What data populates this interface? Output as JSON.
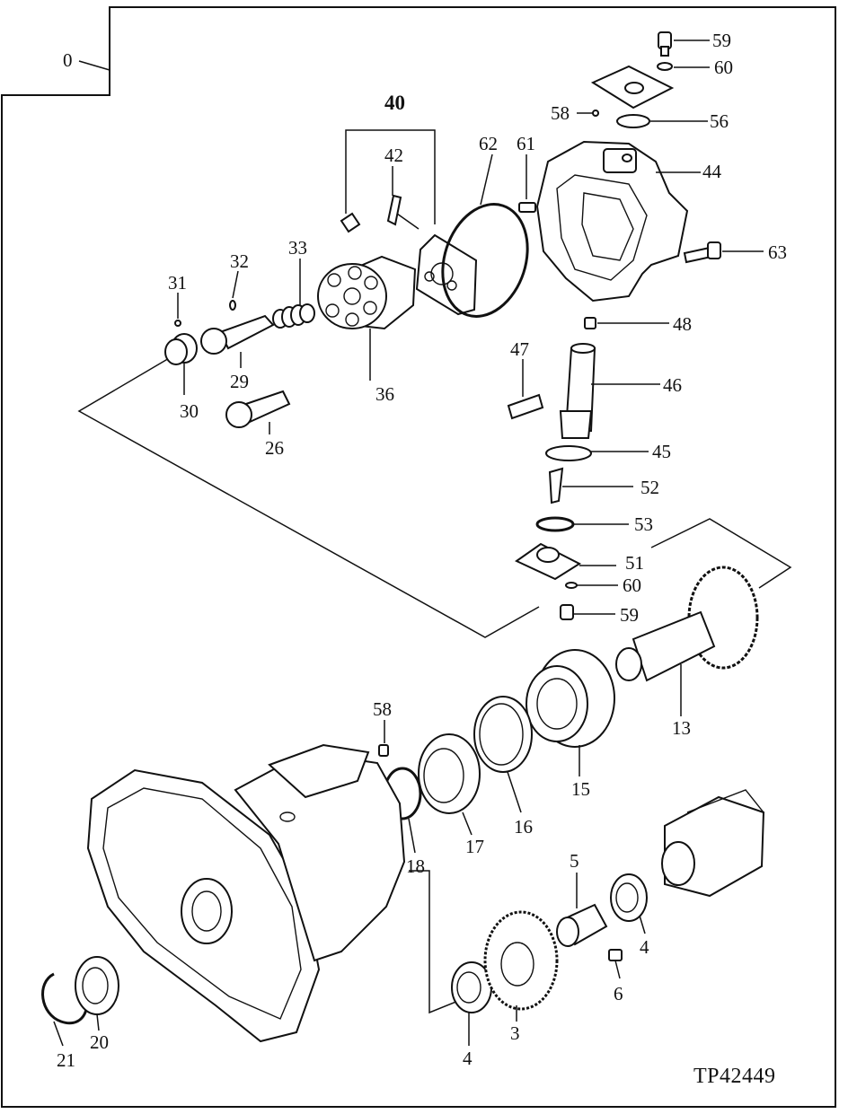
{
  "diagram": {
    "reference_code": "TP42449",
    "callouts": {
      "c0": "0",
      "c59a": "59",
      "c60a": "60",
      "c58a": "58",
      "c56": "56",
      "c40": "40",
      "c42": "42",
      "c62": "62",
      "c61": "61",
      "c44": "44",
      "c33": "33",
      "c32": "32",
      "c31": "31",
      "c63": "63",
      "c48": "48",
      "c47": "47",
      "c46": "46",
      "c29": "29",
      "c30": "30",
      "c36": "36",
      "c26": "26",
      "c45": "45",
      "c52": "52",
      "c53": "53",
      "c51": "51",
      "c60b": "60",
      "c59b": "59",
      "c13": "13",
      "c58b": "58",
      "c15": "15",
      "c16": "16",
      "c17": "17",
      "c18": "18",
      "c5": "5",
      "c4a": "4",
      "c6": "6",
      "c3": "3",
      "c4b": "4",
      "c21": "21",
      "c20": "20"
    }
  }
}
